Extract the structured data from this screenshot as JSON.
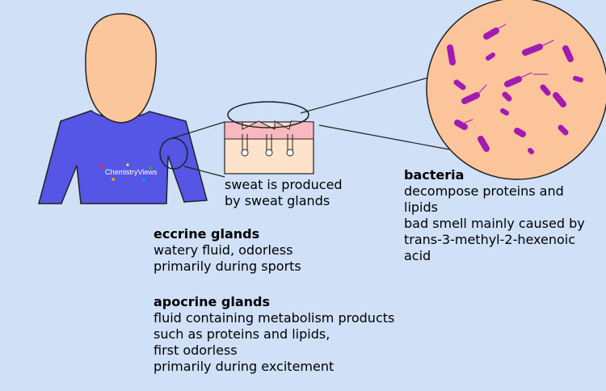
{
  "diagram": {
    "logo_text": "ChemistryViews",
    "sweat_caption": [
      "sweat is produced",
      "by sweat glands"
    ],
    "bacteria": {
      "heading": "bacteria",
      "lines": [
        "decompose proteins and",
        "lipids",
        "bad smell mainly caused by",
        "trans-3-methyl-2-hexenoic",
        "acid"
      ]
    },
    "eccrine": {
      "heading": "eccrine glands",
      "lines": [
        "watery fluid, odorless",
        "primarily during sports"
      ]
    },
    "apocrine": {
      "heading": "apocrine glands",
      "lines": [
        "fluid containing metabolism products",
        "such as proteins and lipids,",
        "first odorless",
        "primarily during excitement"
      ]
    },
    "colors": {
      "background": "#cfe0f7",
      "skin": "#fbc69b",
      "shirt": "#5555e6",
      "skin_layer": "#f7b8bf",
      "tissue": "#fde3cb",
      "bacterium": "#a21ab2",
      "petri": "#fbc49b"
    }
  }
}
